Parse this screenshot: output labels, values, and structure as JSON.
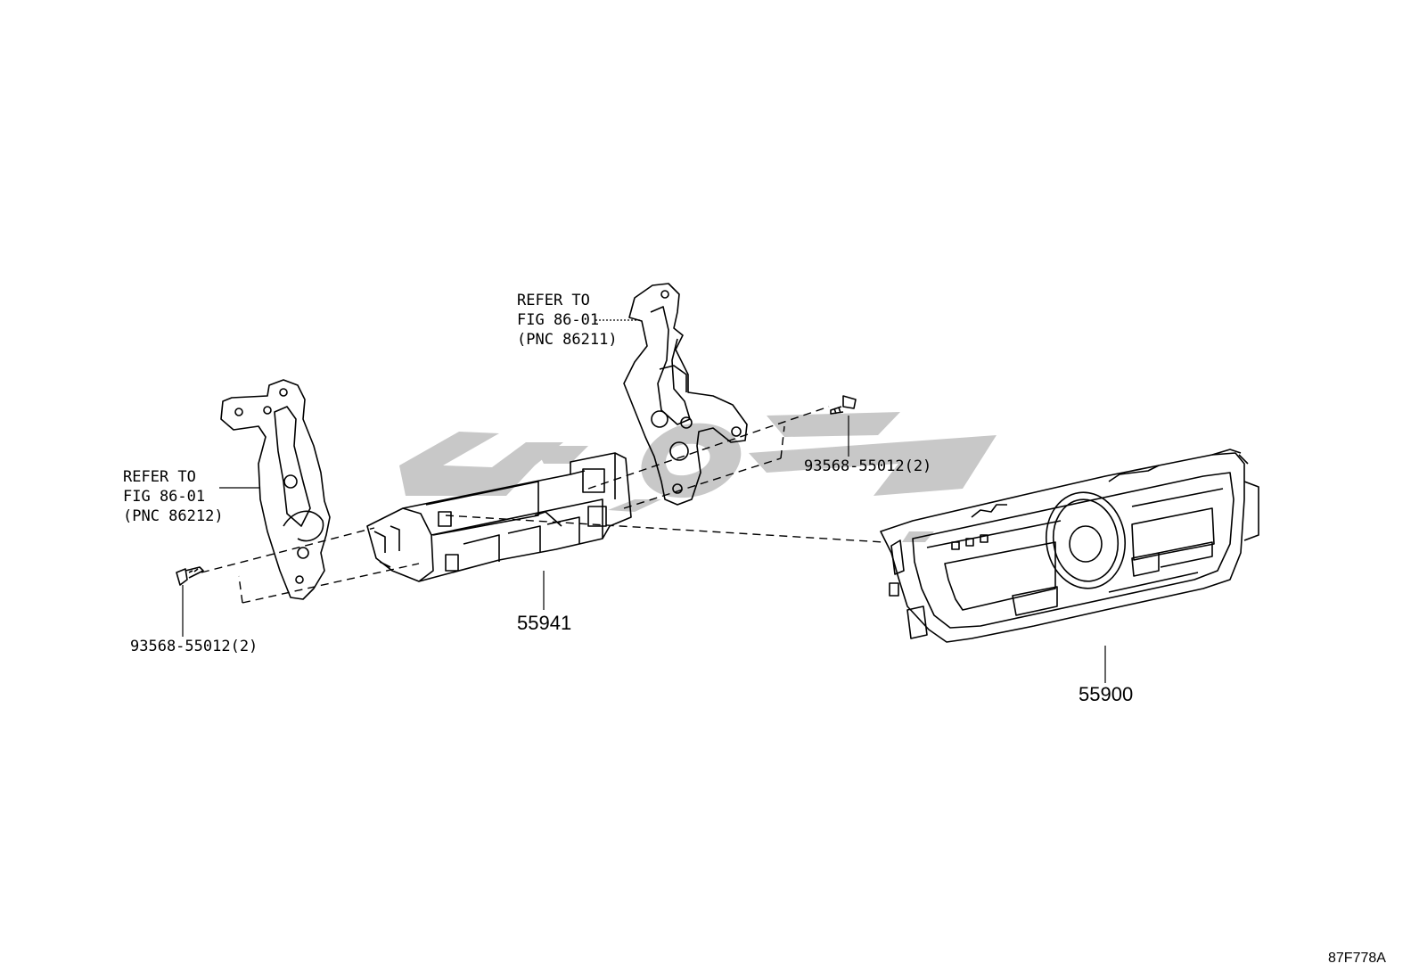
{
  "callouts": {
    "refer_left": {
      "line1": "REFER TO",
      "line2": "FIG 86-01",
      "line3": "(PNC 86212)"
    },
    "refer_right": {
      "line1": "REFER TO",
      "line2": "FIG 86-01",
      "line3": "(PNC 86211)"
    }
  },
  "parts": {
    "screw_left": "93568-55012(2)",
    "screw_right": "93568-55012(2)",
    "housing": "55941",
    "control_panel": "55900"
  },
  "figure_code": "87F778A",
  "colors": {
    "line": "#000000",
    "watermark": "#c8c8c8",
    "background": "#ffffff"
  }
}
